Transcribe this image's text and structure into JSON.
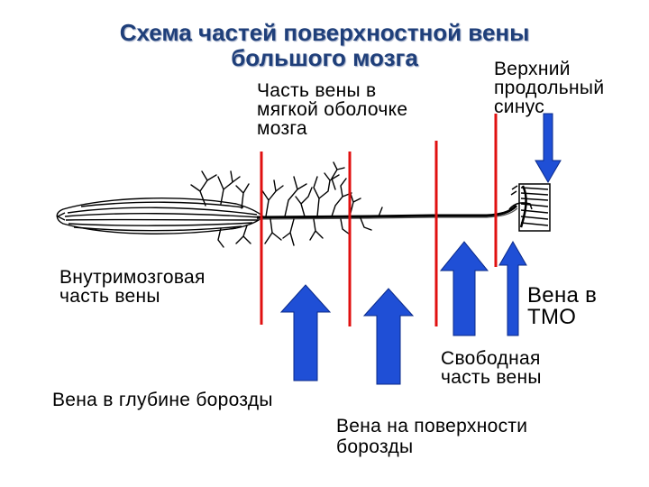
{
  "title": {
    "line1": "Схема частей поверхностной вены",
    "line2": "большого мозга"
  },
  "labels": {
    "sinus": [
      "Верхний",
      "продольный",
      "синус"
    ],
    "pia_part": [
      "Часть вены в",
      "мягкой оболочке",
      "мозга"
    ],
    "intracerebral": [
      "Внутримозговая",
      "часть вены"
    ],
    "dura_vein": [
      "Вена в",
      "ТМО"
    ],
    "free_part": [
      "Свободная",
      "часть вены"
    ],
    "deep_sulcus": [
      "Вена в глубине борозды"
    ],
    "surface_sulcus": [
      "Вена на поверхности",
      "борозды"
    ]
  },
  "colors": {
    "title": "#1f3f7a",
    "divider_lines": "#e01010",
    "arrows": "#1f4fd6",
    "drawing": "#000000"
  }
}
